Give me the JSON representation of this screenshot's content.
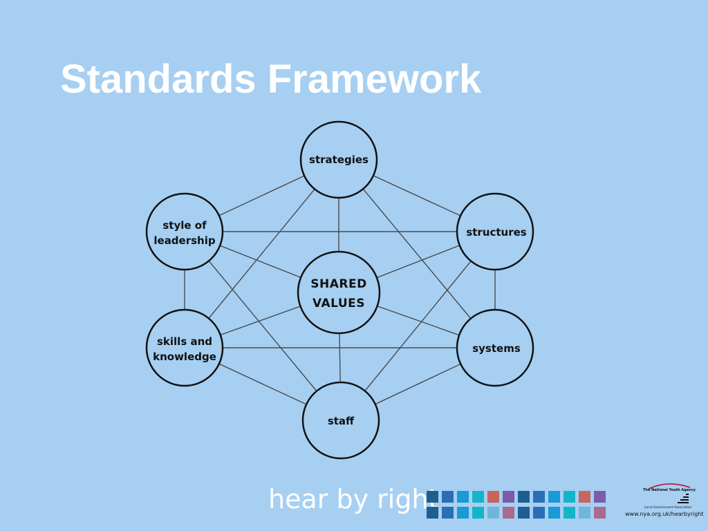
{
  "title": "Standards Framework",
  "nodes": {
    "strategies": [
      "strategies"
    ],
    "structures": [
      "structures"
    ],
    "systems": [
      "systems"
    ],
    "staff": [
      "staff"
    ],
    "skills": [
      "skills and",
      "knowledge"
    ],
    "style": [
      "style of",
      "leadership"
    ],
    "center": [
      "SHARED",
      "VALUES"
    ]
  },
  "footer": {
    "brand": "hear by right",
    "squares_top": [
      "#1f5f8f",
      "#2a6fb5",
      "#1a9ad6",
      "#15b5c9",
      "#c8655d",
      "#7b5ca8",
      "#1f5f8f",
      "#2a6fb5",
      "#1a9ad6",
      "#15b5c9",
      "#c8655d",
      "#7b5ca8"
    ],
    "squares_bottom": [
      "#1f5f8f",
      "#2a6fb5",
      "#1a9ad6",
      "#15b5c9",
      "#6fb6d8",
      "#a86a90",
      "#1f5f8f",
      "#2a6fb5",
      "#1a9ad6",
      "#15b5c9",
      "#6fb6d8",
      "#a86a90"
    ]
  },
  "logo": {
    "org": "The National Youth Agency",
    "assoc": "Local Government Association",
    "url": "www.nya.org.uk/hearbyright"
  }
}
